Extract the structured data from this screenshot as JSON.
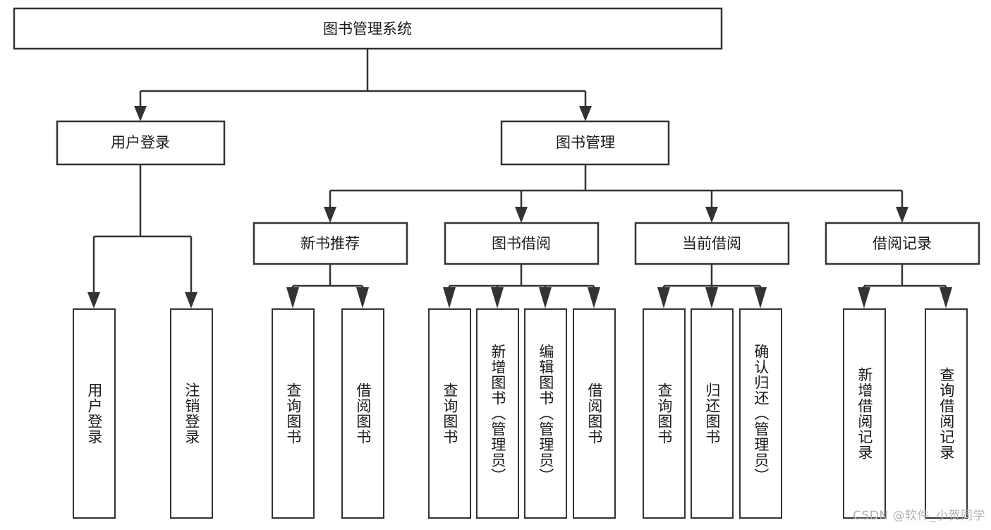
{
  "diagram": {
    "type": "tree-hierarchy",
    "title": "图书管理系统",
    "root": {
      "label": "图书管理系统",
      "orientation": "horizontal"
    },
    "level1": [
      {
        "label": "用户登录",
        "orientation": "horizontal"
      },
      {
        "label": "图书管理",
        "orientation": "horizontal"
      }
    ],
    "level2": [
      {
        "label": "新书推荐",
        "orientation": "horizontal"
      },
      {
        "label": "图书借阅",
        "orientation": "horizontal"
      },
      {
        "label": "当前借阅",
        "orientation": "horizontal"
      },
      {
        "label": "借阅记录",
        "orientation": "horizontal"
      }
    ],
    "leaves": {
      "user_login": [
        {
          "label": "用户登录",
          "orientation": "vertical"
        },
        {
          "label": "注销登录",
          "orientation": "vertical"
        }
      ],
      "new_book_recommend": [
        {
          "label": "查询图书",
          "orientation": "vertical"
        },
        {
          "label": "借阅图书",
          "orientation": "vertical"
        }
      ],
      "book_borrow": [
        {
          "label": "查询图书",
          "orientation": "vertical"
        },
        {
          "label": "新增图书（管理员）",
          "orientation": "vertical"
        },
        {
          "label": "编辑图书（管理员）",
          "orientation": "vertical"
        },
        {
          "label": "借阅图书",
          "orientation": "vertical"
        }
      ],
      "current_borrow": [
        {
          "label": "查询图书",
          "orientation": "vertical"
        },
        {
          "label": "归还图书",
          "orientation": "vertical"
        },
        {
          "label": "确认归还（管理员）",
          "orientation": "vertical"
        }
      ],
      "borrow_record": [
        {
          "label": "新增借阅记录",
          "orientation": "vertical"
        },
        {
          "label": "查询借阅记录",
          "orientation": "vertical"
        }
      ]
    },
    "colors": {
      "box_fill": "#ffffff",
      "box_stroke": "#333333",
      "text": "#1a1a1a",
      "background": "#ffffff",
      "watermark": "#b3b3b3"
    }
  },
  "watermark": {
    "text": "CSDN @软件_小贺同学"
  }
}
